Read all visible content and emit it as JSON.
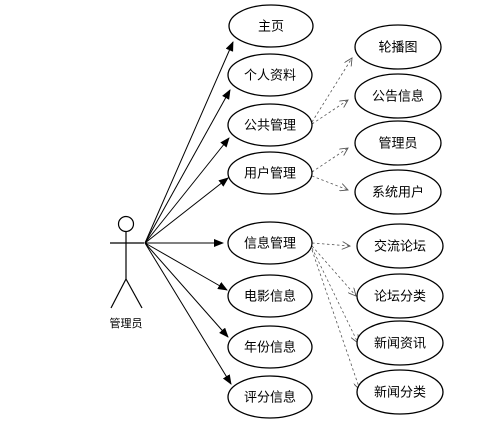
{
  "actor": {
    "label": "管理员"
  },
  "use_cases": [
    {
      "label": "主页"
    },
    {
      "label": "个人资料"
    },
    {
      "label": "公共管理"
    },
    {
      "label": "用户管理"
    },
    {
      "label": "信息管理"
    },
    {
      "label": "电影信息"
    },
    {
      "label": "年份信息"
    },
    {
      "label": "评分信息"
    }
  ],
  "sub_use_cases": [
    {
      "label": "轮播图"
    },
    {
      "label": "公告信息"
    },
    {
      "label": "管理员"
    },
    {
      "label": "系统用户"
    },
    {
      "label": "交流论坛"
    },
    {
      "label": "论坛分类"
    },
    {
      "label": "新闻资讯"
    },
    {
      "label": "新闻分类"
    }
  ]
}
